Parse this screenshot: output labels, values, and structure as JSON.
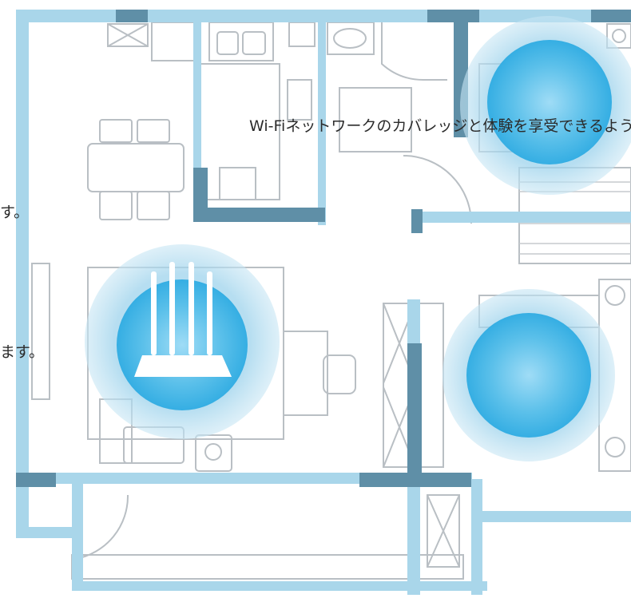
{
  "overlay_text": {
    "line1": "Wi-Fiネットワークのカバレッジと体験を享受できるように",
    "line2": "す。",
    "line3": "ます。"
  },
  "colors": {
    "wall_light": "#a9d6ea",
    "wall_dark": "#5f8fa7",
    "furniture_line": "#b9bfc4",
    "coverage_outer": "#bfe1f1",
    "coverage_inner": "#6ec7ec",
    "coverage_core": "#35aee3",
    "text": "#2b2b2b"
  },
  "icons": [
    "router-icon",
    "mesh-node-icon",
    "coverage-bubble-icon"
  ]
}
